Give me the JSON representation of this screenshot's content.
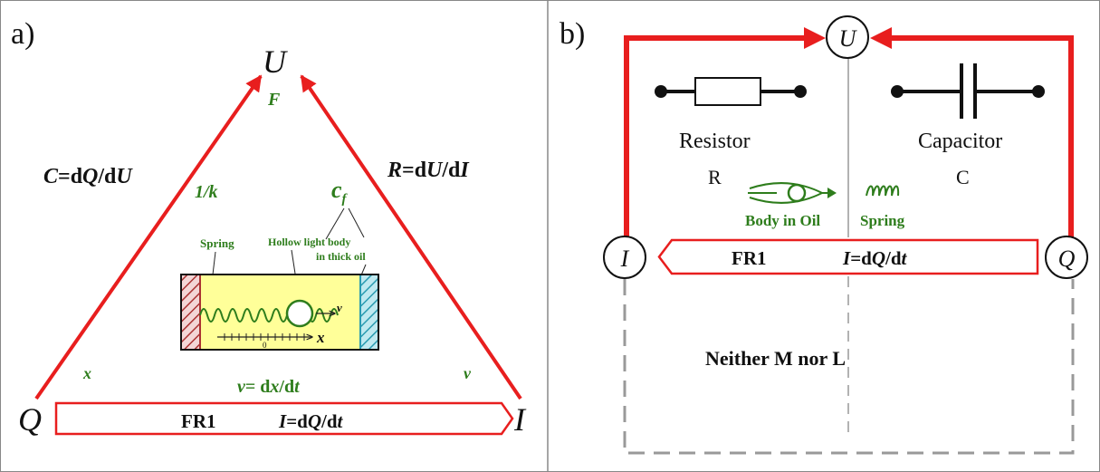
{
  "colors": {
    "red": "#e81e1e",
    "green": "#2e7d1c",
    "yellow": "#ffff99",
    "hatch_red": "#cc4444",
    "hatch_cyan": "#44bbcc"
  },
  "panel_a": {
    "label": "a)",
    "vertex_top": "U",
    "vertex_left": "Q",
    "vertex_right": "I",
    "top_force": "F",
    "left_edge": {
      "sym": "C",
      "eq": "=d",
      "num": "Q",
      "slash": "/d",
      "den": "U"
    },
    "right_edge": {
      "sym": "R",
      "eq": "=d",
      "num": "U",
      "slash": "/d",
      "den": "I"
    },
    "left_mech": "x",
    "right_mech": "v",
    "inv_k": "1/k",
    "cf_main": "c",
    "cf_sub": "f",
    "spring_label": "Spring",
    "body_label_1": "Hollow light body",
    "body_label_2": "in thick oil",
    "inner_v": "v",
    "inner_x": "x",
    "inner_zero": "0",
    "velocity_eq": {
      "v": "v",
      "eq": "= d",
      "x": "x",
      "dt": "/d",
      "t": "t"
    },
    "bottom_name": "FR1",
    "bottom_eq": {
      "I": "I",
      "eq": "=d",
      "Q": "Q",
      "slash": "/d",
      "t": "t"
    }
  },
  "panel_b": {
    "label": "b)",
    "node_u": "U",
    "node_i": "I",
    "node_q": "Q",
    "resistor_label": "Resistor",
    "resistor_sym": "R",
    "capacitor_label": "Capacitor",
    "capacitor_sym": "C",
    "body_in_oil": "Body in Oil",
    "spring": "Spring",
    "bottom_name": "FR1",
    "bottom_eq": {
      "I": "I",
      "eq": "=d",
      "Q": "Q",
      "slash": "/d",
      "t": "t"
    },
    "neither": "Neither M nor L"
  }
}
